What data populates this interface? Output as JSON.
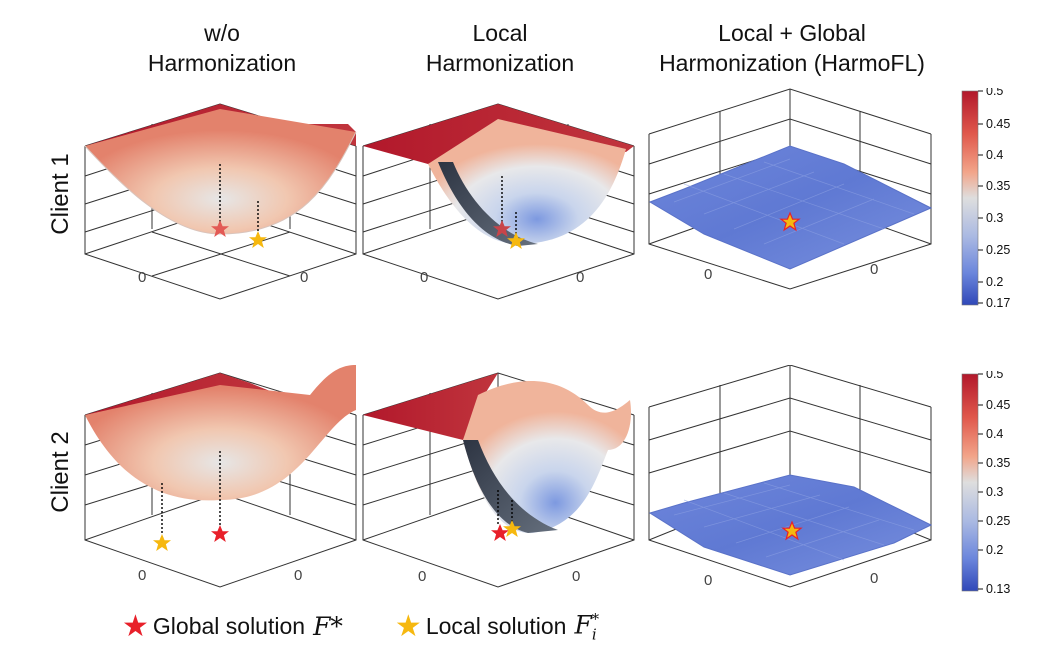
{
  "columns": [
    {
      "line1": "w/o",
      "line2": "Harmonization"
    },
    {
      "line1": "Local",
      "line2": "Harmonization"
    },
    {
      "line1": "Local + Global",
      "line2": "Harmonization (HarmoFL)"
    }
  ],
  "rows": [
    "Client 1",
    "Client 2"
  ],
  "axis_zero_label": "0",
  "colorbars": [
    {
      "ticks": [
        "0.5",
        "0.45",
        "0.4",
        "0.35",
        "0.3",
        "0.25",
        "0.2",
        "0.17"
      ]
    },
    {
      "ticks": [
        "0.5",
        "0.45",
        "0.4",
        "0.35",
        "0.3",
        "0.25",
        "0.2",
        "0.13"
      ]
    }
  ],
  "legend": {
    "global_label": "Global solution",
    "global_math": "F*",
    "local_label": "Local solution",
    "local_math": "F",
    "local_sub": "i",
    "local_sup": "*",
    "global_color": "#e8202a",
    "local_color": "#f6b80f"
  },
  "colors": {
    "high": "#b2182b",
    "mid": "#dddddd",
    "low": "#3b5bd1"
  }
}
